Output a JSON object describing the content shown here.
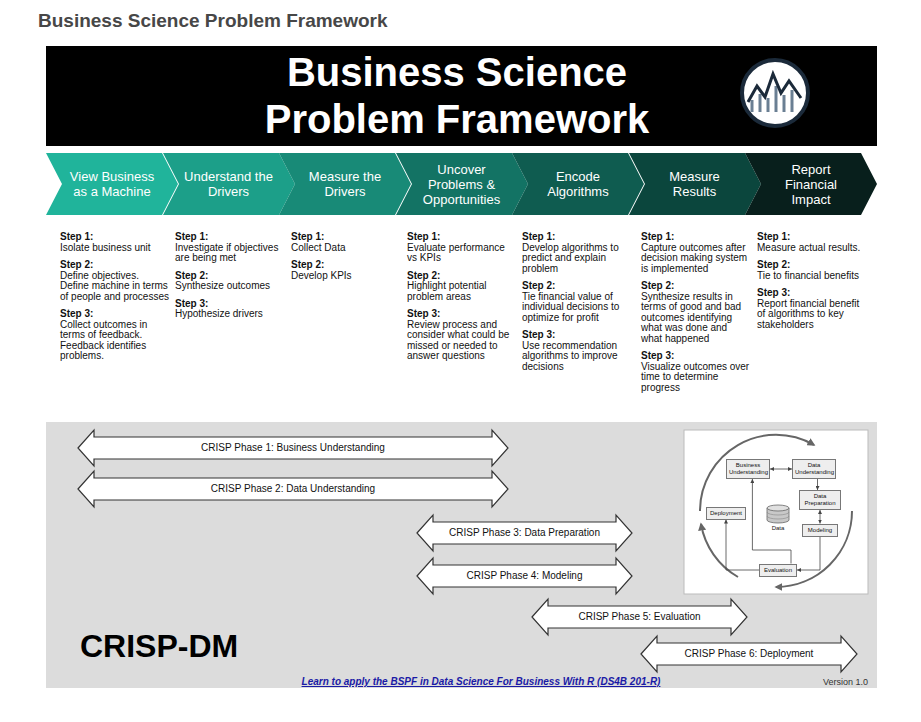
{
  "diagram": {
    "title": "Business Science Problem Framework",
    "nodes": [
      {
        "text": [
          "Business Science Problem Framework"
        ]
      },
      {
        "text": [
          "View Business as a Machine"
        ]
      },
      {
        "text": [
          "Understand the Drivers"
        ]
      },
      {
        "text": [
          "Measure the Drivers"
        ]
      },
      {
        "text": [
          "Uncover Problems & Opportunities"
        ]
      },
      {
        "text": [
          "Encode Algorithms"
        ]
      },
      {
        "text": [
          "Measure Results"
        ]
      },
      {
        "text": [
          "Report Financial Impact"
        ]
      },
      {
        "text": [
          "CRISP-DM",
          "Learn to apply the BSPF in Data Science For Business With R (DS4B 201-R)",
          "Version 1.0"
        ]
      },
      {
        "text": [
          "CRISP Phase 1: Business Understanding"
        ],
        "in": 8
      },
      {
        "text": [
          "CRISP Phase 2: Data Understanding"
        ],
        "in": 8
      },
      {
        "text": [
          "CRISP Phase 3: Data Preparation"
        ],
        "in": 8
      },
      {
        "text": [
          "CRISP Phase 4: Modeling"
        ],
        "in": 8
      },
      {
        "text": [
          "CRISP Phase 5: Evaluation"
        ],
        "in": 8
      },
      {
        "text": [
          "CRISP Phase 6: Deployment"
        ],
        "in": 8
      },
      {
        "text": [
          "Business Understanding"
        ],
        "in": 8
      },
      {
        "text": [
          "Data Understanding"
        ],
        "in": 8
      },
      {
        "text": [
          "Data Preparation"
        ],
        "in": 8
      },
      {
        "text": [
          "Modeling"
        ],
        "in": 8
      },
      {
        "text": [
          "Evaluation"
        ],
        "in": 8
      },
      {
        "text": [
          "Deployment"
        ],
        "in": 8
      },
      {
        "text": [
          "Data"
        ],
        "in": 8
      }
    ],
    "edges": [
      {
        "from": 15,
        "to": 16,
        "arrow": "both"
      },
      {
        "from": 16,
        "to": 17,
        "arrow": "to"
      },
      {
        "from": 17,
        "to": 18,
        "arrow": "both"
      },
      {
        "from": 18,
        "to": 19,
        "arrow": "to"
      },
      {
        "from": 19,
        "to": 20,
        "arrow": "to"
      },
      {
        "from": 19,
        "to": 15,
        "arrow": "to"
      }
    ],
    "labels": [
      "Step 1:",
      "Isolate business unit",
      "Step 2:",
      "Define objectives. Define machine in terms of people and processes",
      "Step 3:",
      "Collect outcomes in terms of feedback. Feedback identifies problems.",
      "Step 1:",
      "Investigate if objectives are being met",
      "Step 2:",
      "Synthesize outcomes",
      "Step 3:",
      "Hypothesize drivers",
      "Step 1:",
      "Collect Data",
      "Step 2:",
      "Develop KPIs",
      "Step 1:",
      "Evaluate performance vs KPIs",
      "Step 2:",
      "Highlight potential problem areas",
      "Step 3:",
      "Review process and consider what could be missed or needed to answer questions",
      "Step 1:",
      "Develop algorithms to predict and explain problem",
      "Step 2:",
      "Tie financial value of individual decisions to optimize for profit",
      "Step 3:",
      "Use recommendation algorithms to improve decisions",
      "Step 1:",
      "Capture outcomes after decision making system is implemented",
      "Step 2:",
      "Synthesize results in terms of good and bad outcomes identifying what was done and what happened",
      "Step 3:",
      "Visualize outcomes over time to determine progress",
      "Step 1:",
      "Measure actual results.",
      "Step 2:",
      "Tie to financial benefits",
      "Step 3:",
      "Report financial benefit of algorithms to key stakeholders"
    ]
  }
}
